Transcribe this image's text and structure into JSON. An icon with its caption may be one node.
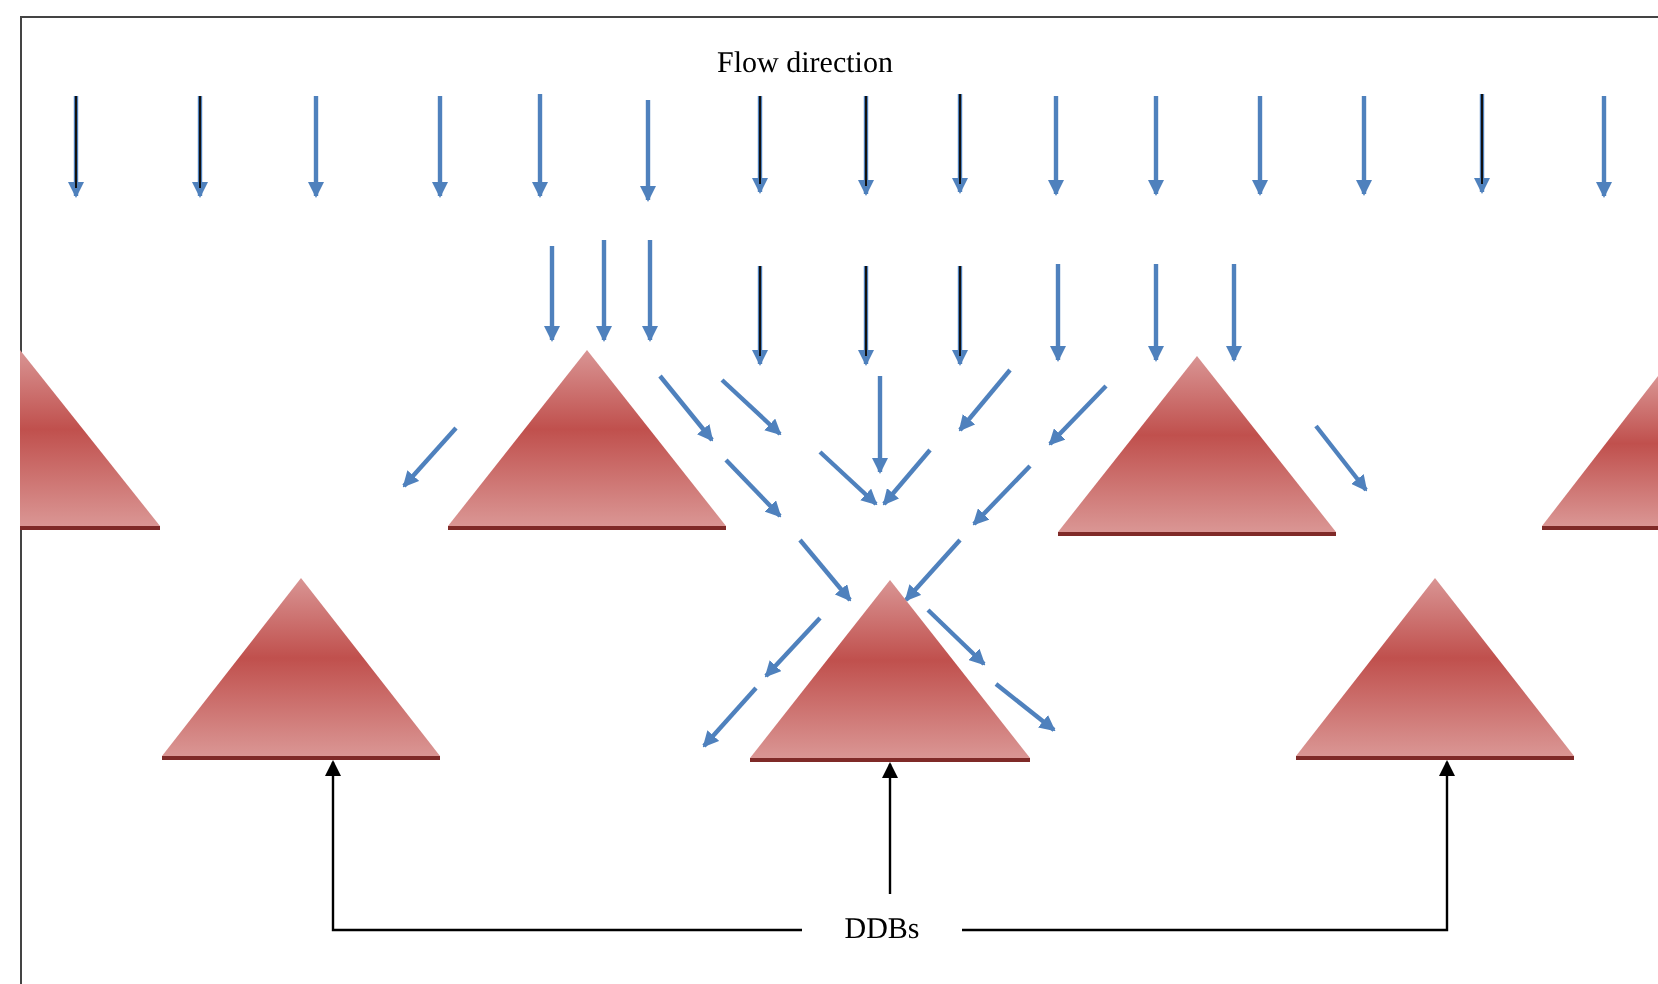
{
  "diagram": {
    "nodes": [
      {
        "text": [],
        "shape": "triangle"
      },
      {
        "text": [],
        "shape": "triangle"
      },
      {
        "text": [],
        "shape": "triangle"
      },
      {
        "text": [],
        "shape": "triangle"
      },
      {
        "text": [],
        "shape": "triangle"
      },
      {
        "text": [],
        "shape": "triangle"
      },
      {
        "text": [],
        "shape": "triangle"
      },
      {
        "text": [
          "DDBs"
        ]
      }
    ],
    "edges": [
      {
        "from": 7,
        "to": 4,
        "arrow": "to"
      },
      {
        "from": 7,
        "to": 5,
        "arrow": "to"
      },
      {
        "from": 7,
        "to": 6,
        "arrow": "to"
      }
    ],
    "labels": [
      "Flow direction"
    ]
  }
}
